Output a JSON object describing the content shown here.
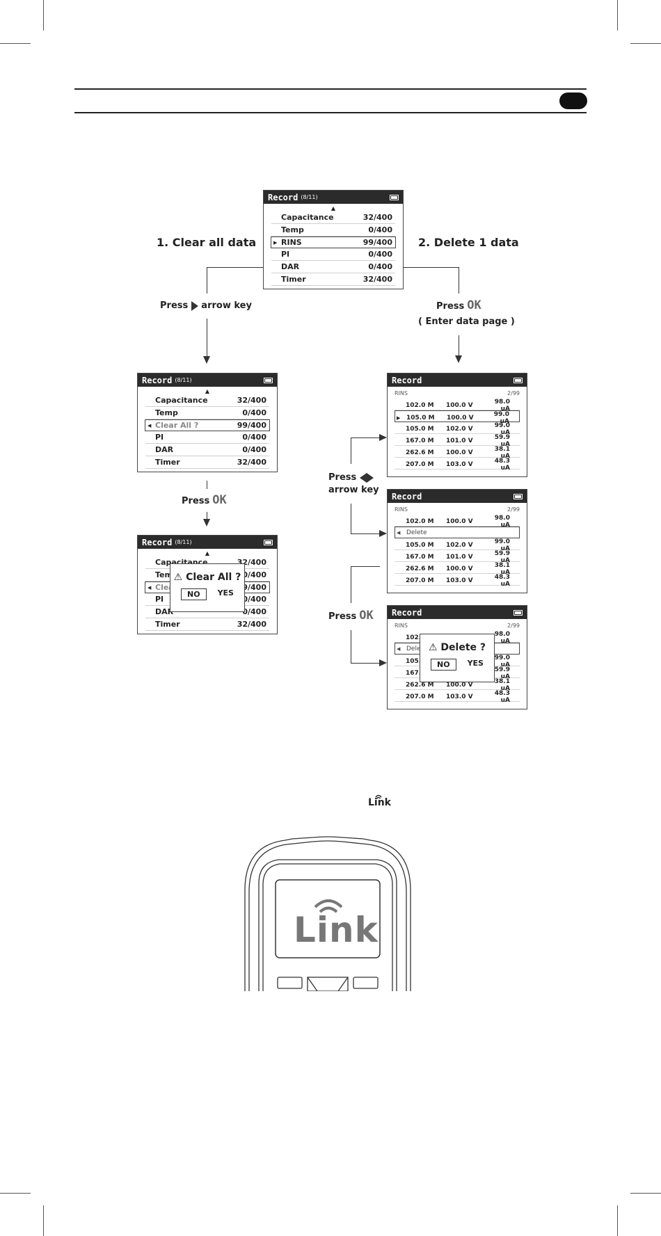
{
  "steps": {
    "clear_all": "1. Clear all data",
    "delete_one": "2. Delete 1 data"
  },
  "labels": {
    "press": "Press",
    "arrow_key": "arrow key",
    "ok": "OK",
    "enter_data_page": "( Enter data page )"
  },
  "main_screen": {
    "title": "Record",
    "subtitle": "(8/11)",
    "up_arrow": "▲",
    "items": [
      {
        "label": "Capacitance",
        "value": "32/400"
      },
      {
        "label": "Temp",
        "value": "0/400"
      },
      {
        "label": "RINS",
        "value": "99/400"
      },
      {
        "label": "PI",
        "value": "0/400"
      },
      {
        "label": "DAR",
        "value": "0/400"
      },
      {
        "label": "Timer",
        "value": "32/400"
      }
    ],
    "select_arrow": "▶"
  },
  "clear_screen": {
    "title": "Record",
    "subtitle": "(8/11)",
    "up_arrow": "▲",
    "items": [
      {
        "label": "Capacitance",
        "value": "32/400"
      },
      {
        "label": "Temp",
        "value": "0/400"
      },
      {
        "label": "Clear All ?",
        "value": "99/400"
      },
      {
        "label": "PI",
        "value": "0/400"
      },
      {
        "label": "DAR",
        "value": "0/400"
      },
      {
        "label": "Timer",
        "value": "32/400"
      }
    ],
    "select_arrow": "◀"
  },
  "clear_dialog": {
    "title": "⚠ Clear All ?",
    "no": "NO",
    "yes": "YES"
  },
  "data_screen": {
    "title": "Record",
    "rins": "RINS",
    "page": "2/99",
    "rows": [
      [
        "102.0 M",
        "100.0 V",
        "98.0 uA"
      ],
      [
        "105.0 M",
        "100.0 V",
        "99.0 uA"
      ],
      [
        "105.0 M",
        "102.0 V",
        "99.0 uA"
      ],
      [
        "167.0 M",
        "101.0 V",
        "59.9 uA"
      ],
      [
        "262.6 M",
        "100.0 V",
        "38.1 uA"
      ],
      [
        "207.0 M",
        "103.0 V",
        "48.3 uA"
      ]
    ],
    "select_arrow": "▶",
    "delete_label": "Delete",
    "delete_arrow": "◀"
  },
  "delete_dialog": {
    "title": "⚠ Delete ?",
    "no": "NO",
    "yes": "YES"
  },
  "link_logo_small": "Link",
  "device_logo": "Link"
}
